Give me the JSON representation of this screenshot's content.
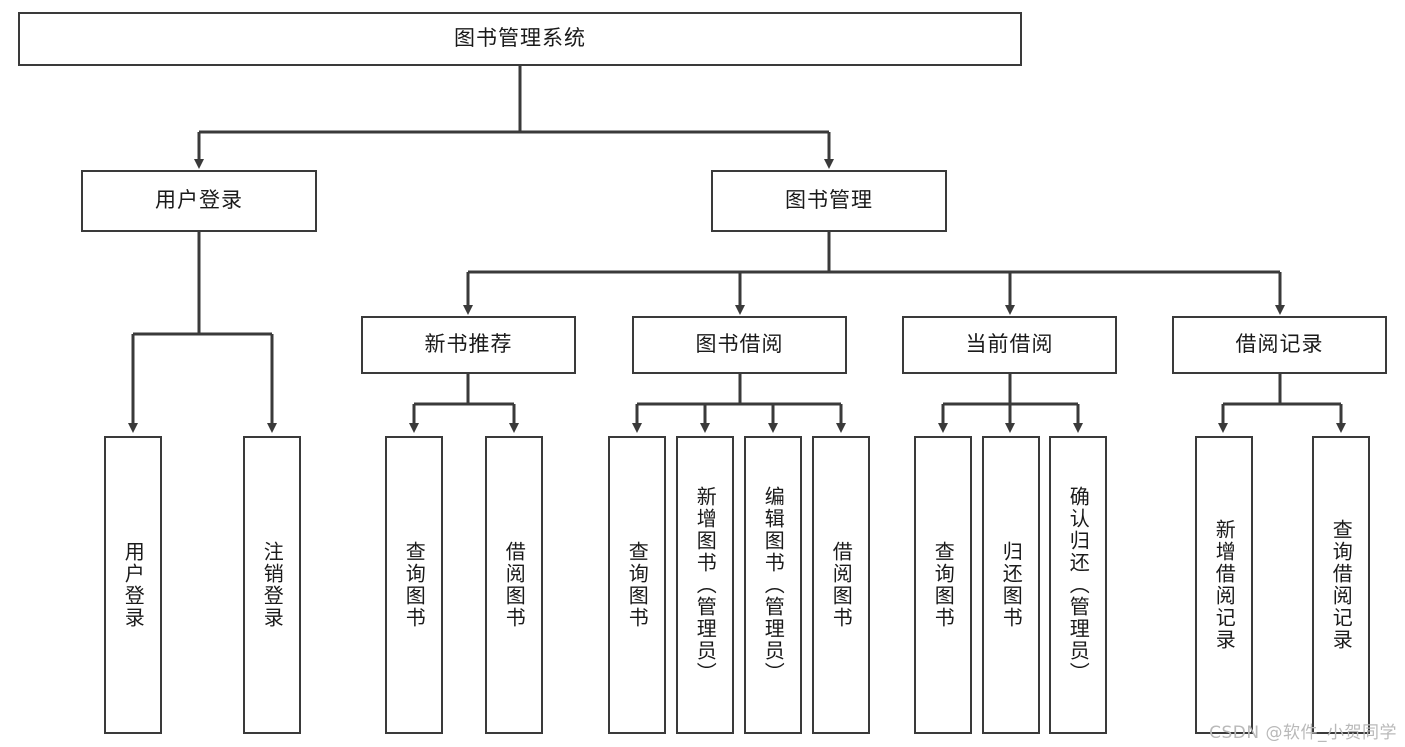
{
  "diagram": {
    "title": "图书管理系统",
    "type": "hierarchy-tree",
    "watermark": "CSDN @软件_小贺同学",
    "colors": {
      "box_border": "#3a3a3a",
      "box_fill": "#ffffff",
      "connector": "#3a3a3a",
      "text": "#1a1a1a",
      "watermark": "#b9b9b9"
    },
    "root": {
      "label": "图书管理系统"
    },
    "level1": [
      {
        "id": "user-login",
        "label": "用户登录"
      },
      {
        "id": "book-manage",
        "label": "图书管理"
      }
    ],
    "level2": [
      {
        "id": "new-book-recommend",
        "label": "新书推荐",
        "parent": "book-manage"
      },
      {
        "id": "book-borrow",
        "label": "图书借阅",
        "parent": "book-manage"
      },
      {
        "id": "current-borrow",
        "label": "当前借阅",
        "parent": "book-manage"
      },
      {
        "id": "borrow-record",
        "label": "借阅记录",
        "parent": "book-manage"
      }
    ],
    "leaves": [
      {
        "id": "leaf-user-login",
        "label": "用户登录",
        "parent": "user-login"
      },
      {
        "id": "leaf-logout",
        "label": "注销登录",
        "parent": "user-login"
      },
      {
        "id": "leaf-query-book-1",
        "label": "查询图书",
        "parent": "new-book-recommend"
      },
      {
        "id": "leaf-borrow-book-1",
        "label": "借阅图书",
        "parent": "new-book-recommend"
      },
      {
        "id": "leaf-query-book-2",
        "label": "查询图书",
        "parent": "book-borrow"
      },
      {
        "id": "leaf-add-book",
        "label": "新增图书（管理员）",
        "parent": "book-borrow"
      },
      {
        "id": "leaf-edit-book",
        "label": "编辑图书（管理员）",
        "parent": "book-borrow"
      },
      {
        "id": "leaf-borrow-book-2",
        "label": "借阅图书",
        "parent": "book-borrow"
      },
      {
        "id": "leaf-query-book-3",
        "label": "查询图书",
        "parent": "current-borrow"
      },
      {
        "id": "leaf-return-book",
        "label": "归还图书",
        "parent": "current-borrow"
      },
      {
        "id": "leaf-confirm-return",
        "label": "确认归还（管理员）",
        "parent": "current-borrow"
      },
      {
        "id": "leaf-add-record",
        "label": "新增借阅记录",
        "parent": "borrow-record"
      },
      {
        "id": "leaf-query-record",
        "label": "查询借阅记录",
        "parent": "borrow-record"
      }
    ]
  }
}
